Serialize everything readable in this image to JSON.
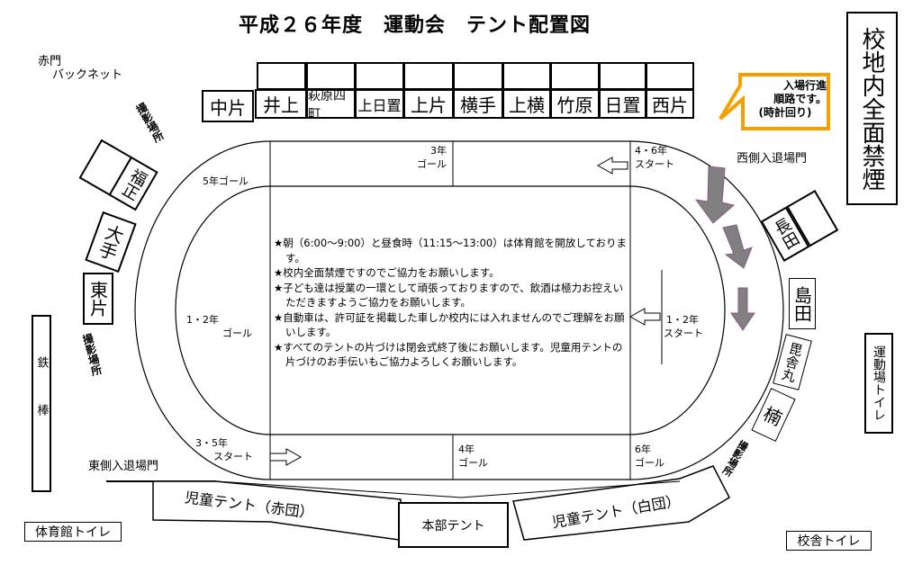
{
  "title": "平成２６年度　運動会　テント配置図",
  "labels": {
    "akamon": "赤門",
    "backnet": "バックネット",
    "west_gate": "西側入退場門",
    "east_gate": "東側入退場門",
    "no_smoking": "校地内全面禁煙",
    "ground_toilet": "運動場トイレ",
    "gym_toilet": "体育館トイレ",
    "school_toilet": "校舎トイレ",
    "tetsubou": "鉄棒",
    "photo_spot": "撮影場所"
  },
  "callout": {
    "lines": [
      "入場行進",
      "順路です。",
      "(時計回り)"
    ],
    "color": "#f5a000"
  },
  "top_tents": [
    "中片",
    "井上",
    "萩原四町",
    "上日置",
    "上片",
    "横手",
    "上横",
    "竹原",
    "日置",
    "西片"
  ],
  "left_tents": [
    "福正",
    "大手",
    "東片"
  ],
  "right_tents": [
    "長田",
    "島田",
    "毘舎丸",
    "楠"
  ],
  "bottom_tents": {
    "red": "児童テント（赤団）",
    "hq": "本部テント",
    "white": "児童テント（白団）"
  },
  "track_marks": {
    "g3_goal": [
      "3年",
      "ゴール"
    ],
    "g46_start": [
      "4・6年",
      "スタート"
    ],
    "g5_goal": "5年ゴール",
    "g12_goal": [
      "1・2年",
      "ゴール"
    ],
    "g12_start": [
      "1・2年",
      "スタート"
    ],
    "g35_start": [
      "3・5年",
      "スタート"
    ],
    "g4_goal": [
      "4年",
      "ゴール"
    ],
    "g6_goal": [
      "6年",
      "ゴール"
    ]
  },
  "notices": [
    "★朝（6:00～9:00）と昼食時（11:15～13:00）は体育館を開放しております。",
    "★校内全面禁煙ですのでご協力をお願いします。",
    "★子ども達は授業の一環として頑張っておりますので、飲酒は極力お控えいただきますようご協力をお願いします。",
    "★自動車は、許可証を掲載した車しか校内には入れませんのでご理解をお願いします。",
    "★すべてのテントの片づけは閉会式終了後にお願いします。児童用テントの片づけのお手伝いもご協力よろしくお願いします。"
  ],
  "colors": {
    "arrow_fill": "#808080",
    "arrow_stroke": "#8a5a8a"
  }
}
